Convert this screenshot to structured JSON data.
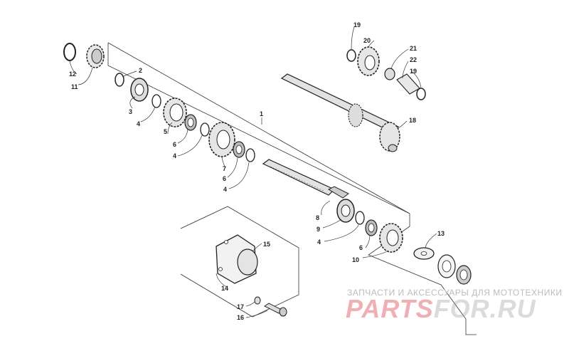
{
  "callouts": {
    "c1": "1",
    "c2": "2",
    "c3": "3",
    "c4a": "4",
    "c4b": "4",
    "c4c": "4",
    "c4d": "4",
    "c5": "5",
    "c6a": "6",
    "c6b": "6",
    "c6c": "6",
    "c7": "7",
    "c8": "8",
    "c9": "9",
    "c10": "10",
    "c11": "11",
    "c12": "12",
    "c13": "13",
    "c14": "14",
    "c15": "15",
    "c16": "16",
    "c17": "17",
    "c18": "18",
    "c19a": "19",
    "c19b": "19",
    "c20": "20",
    "c21": "21",
    "c22": "22"
  },
  "watermark": {
    "tagline": "ЗАПЧАСТИ И АКСЕССУАРЫ ДЛЯ МОТОТЕХНИКИ",
    "logo_part_a": "PARTS",
    "logo_part_b": "FOR.RU"
  }
}
